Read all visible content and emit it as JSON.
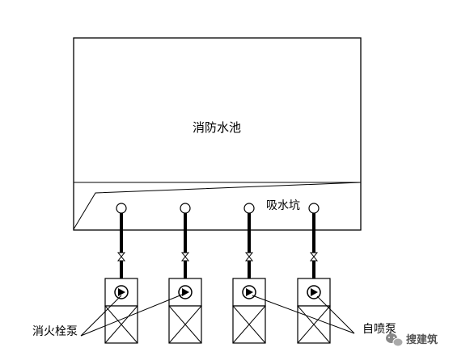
{
  "diagram": {
    "tank_label": "消防水池",
    "sump_label": "吸水坑",
    "hydrant_pump_label": "消火栓泵",
    "sprinkler_pump_label": "自喷泵",
    "watermark": "搜建筑",
    "pump_count": 4
  }
}
